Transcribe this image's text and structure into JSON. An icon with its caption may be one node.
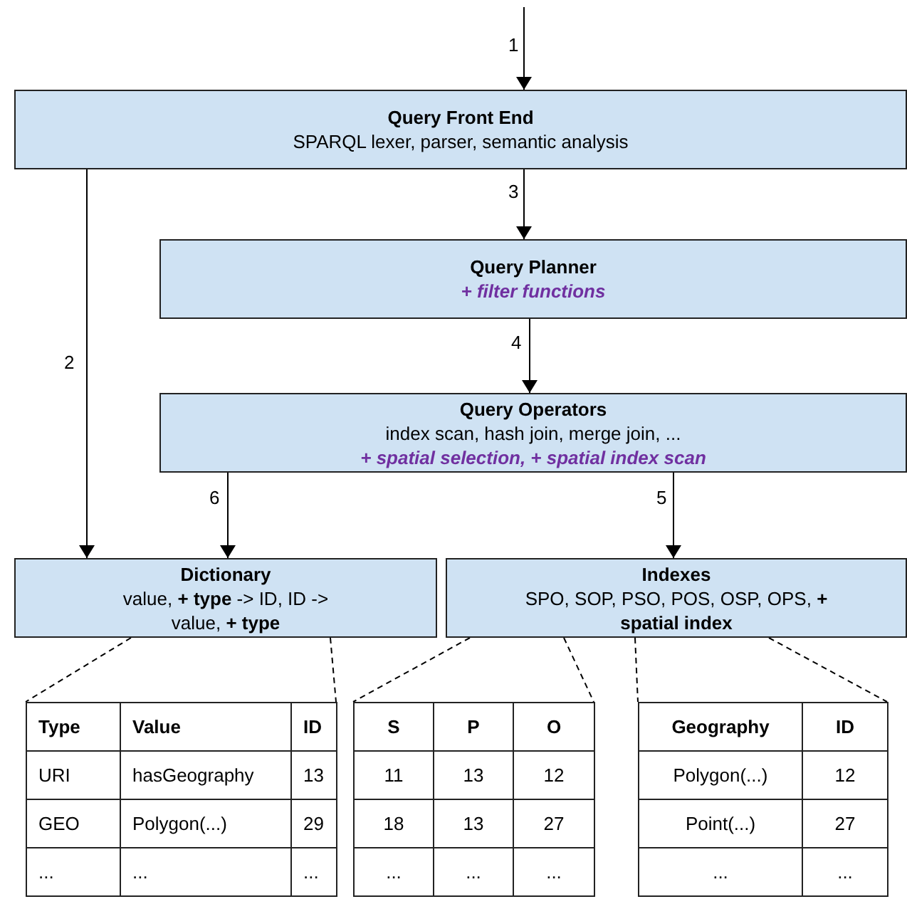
{
  "diagram": {
    "nodes": [
      {
        "text": [
          "Query Front End",
          "SPARQL lexer, parser, semantic analysis"
        ]
      },
      {
        "text": [
          "Query Planner",
          "+ filter functions"
        ]
      },
      {
        "text": [
          "Query Operators",
          "index scan, hash join, merge join, ...",
          "+ spatial selection, + spatial index scan"
        ]
      },
      {
        "text": [
          "Dictionary",
          "value, **+ type** -> ID, ID -> value, **+ type**"
        ]
      },
      {
        "text": [
          "Indexes",
          "SPO, SOP, PSO, POS, OSP, OPS, **+ spatial index**"
        ]
      },
      {
        "text": [
          "Type",
          "Value",
          "ID",
          "URI",
          "hasGeography",
          "13",
          "GEO",
          "Polygon(...)",
          "29",
          "...",
          "...",
          "..."
        ]
      },
      {
        "text": [
          "S",
          "P",
          "O",
          "11",
          "13",
          "12",
          "18",
          "13",
          "27",
          "...",
          "...",
          "..."
        ]
      },
      {
        "text": [
          "Geography",
          "ID",
          "Polygon(...)",
          "12",
          "Point(...)",
          "27",
          "...",
          "..."
        ]
      }
    ],
    "edges": [
      {
        "from": null,
        "to": 0,
        "arrow": "to",
        "label": "1"
      },
      {
        "from": 0,
        "to": 3,
        "arrow": "to",
        "label": "2"
      },
      {
        "from": 0,
        "to": 1,
        "arrow": "to",
        "label": "3"
      },
      {
        "from": 1,
        "to": 2,
        "arrow": "to",
        "label": "4"
      },
      {
        "from": 2,
        "to": 4,
        "arrow": "to",
        "label": "5"
      },
      {
        "from": 2,
        "to": 3,
        "arrow": "to",
        "label": "6"
      },
      {
        "from": 3,
        "to": 5,
        "arrow": "none",
        "style": "dashed"
      },
      {
        "from": 3,
        "to": 5,
        "arrow": "none",
        "style": "dashed"
      },
      {
        "from": 4,
        "to": 6,
        "arrow": "none",
        "style": "dashed"
      },
      {
        "from": 4,
        "to": 6,
        "arrow": "none",
        "style": "dashed"
      },
      {
        "from": 4,
        "to": 7,
        "arrow": "none",
        "style": "dashed"
      },
      {
        "from": 4,
        "to": 7,
        "arrow": "none",
        "style": "dashed"
      }
    ]
  }
}
